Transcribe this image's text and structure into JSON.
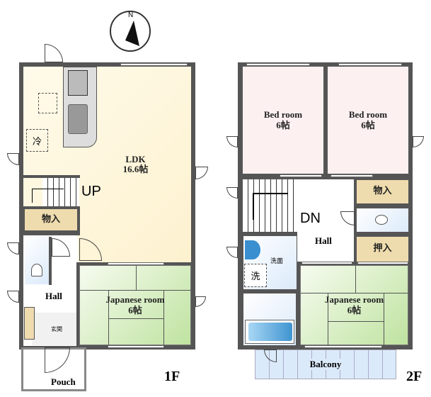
{
  "compass": {
    "label": "N"
  },
  "floor1": {
    "label": "1F",
    "ldk": {
      "name": "LDK",
      "size": "16.6帖"
    },
    "fridge": "冷",
    "stairs": "UP",
    "storage": "物入",
    "hall": "Hall",
    "entrance": "玄関",
    "japanese_room": {
      "name": "Japanese room",
      "size": "6帖"
    },
    "pouch": "Pouch"
  },
  "floor2": {
    "label": "2F",
    "bedroom1": {
      "name": "Bed room",
      "size": "6帖"
    },
    "bedroom2": {
      "name": "Bed room",
      "size": "6帖"
    },
    "stairs": "DN",
    "hall": "Hall",
    "storage": "物入",
    "closet": "押入",
    "washroom": "洗面",
    "washer": "洗",
    "japanese_room": {
      "name": "Japanese room",
      "size": "6帖"
    },
    "balcony": "Balcony"
  }
}
